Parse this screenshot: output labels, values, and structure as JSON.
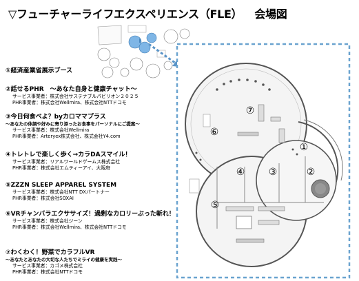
{
  "title": "▽フューチャーライフエクスペリエンス（FLE）",
  "venue_label": "会場図",
  "items": [
    {
      "heading": "①経済産業省展示ブース",
      "lines": []
    },
    {
      "heading": "②話せるPHR　～あなた自身と健康チャット～",
      "lines": [
        "サービス事業者：株式会社サステナブルパビリオン２０２５",
        "PHR事業者：株式会社Wellmira、株式会社NTTドコモ"
      ]
    },
    {
      "heading": "③今日何食べよ？byカロママプラス",
      "subheading": "～あなたの体調や好みに寄り添ったお食事をパーソナルにご提案～",
      "lines": [
        "サービス事業者：株式会社Wellmira",
        "PHR事業者：Arteryex株式会社、株式会社Y4.com"
      ]
    },
    {
      "heading": "④トレトレで楽しく歩く→カラDAスマイル！",
      "lines": [
        "サービス事業者：リアルワールドゲームス株式会社",
        "PHR事業者：株式会社エムティーアイ、大阪府"
      ]
    },
    {
      "heading": "⑤ZZZN SLEEP APPAREL SYSTEM",
      "lines": [
        "サービス事業者：株式会社NTT DXパートナー",
        "PHR事業者：株式会社SOXAI"
      ]
    },
    {
      "heading": "⑥VRチャンバラエクササイズ！過剰なカロリーぶった斬れ！",
      "lines": [
        "サービス事業者：株式会社ジーン",
        "PHR事業者：株式会社Wellmira、株式会社NTTドコモ"
      ]
    },
    {
      "heading": "⑦わくわく！野菜でカラフルVR",
      "subheading": "～あなたとあなたの大切な人たちでミライの健康を実践～",
      "lines": [
        "サービス事業者：カゴメ株式会社",
        "PHR事業者：株式会社NTTドコモ"
      ]
    }
  ],
  "map": {
    "booths": [
      "①",
      "②",
      "③",
      "④",
      "⑤",
      "⑥",
      "⑦"
    ],
    "colors": {
      "frame": "#6aa3cf",
      "highlight": "#7fb6e6",
      "floor": "#f2f2f2",
      "wall": "#555555"
    }
  }
}
